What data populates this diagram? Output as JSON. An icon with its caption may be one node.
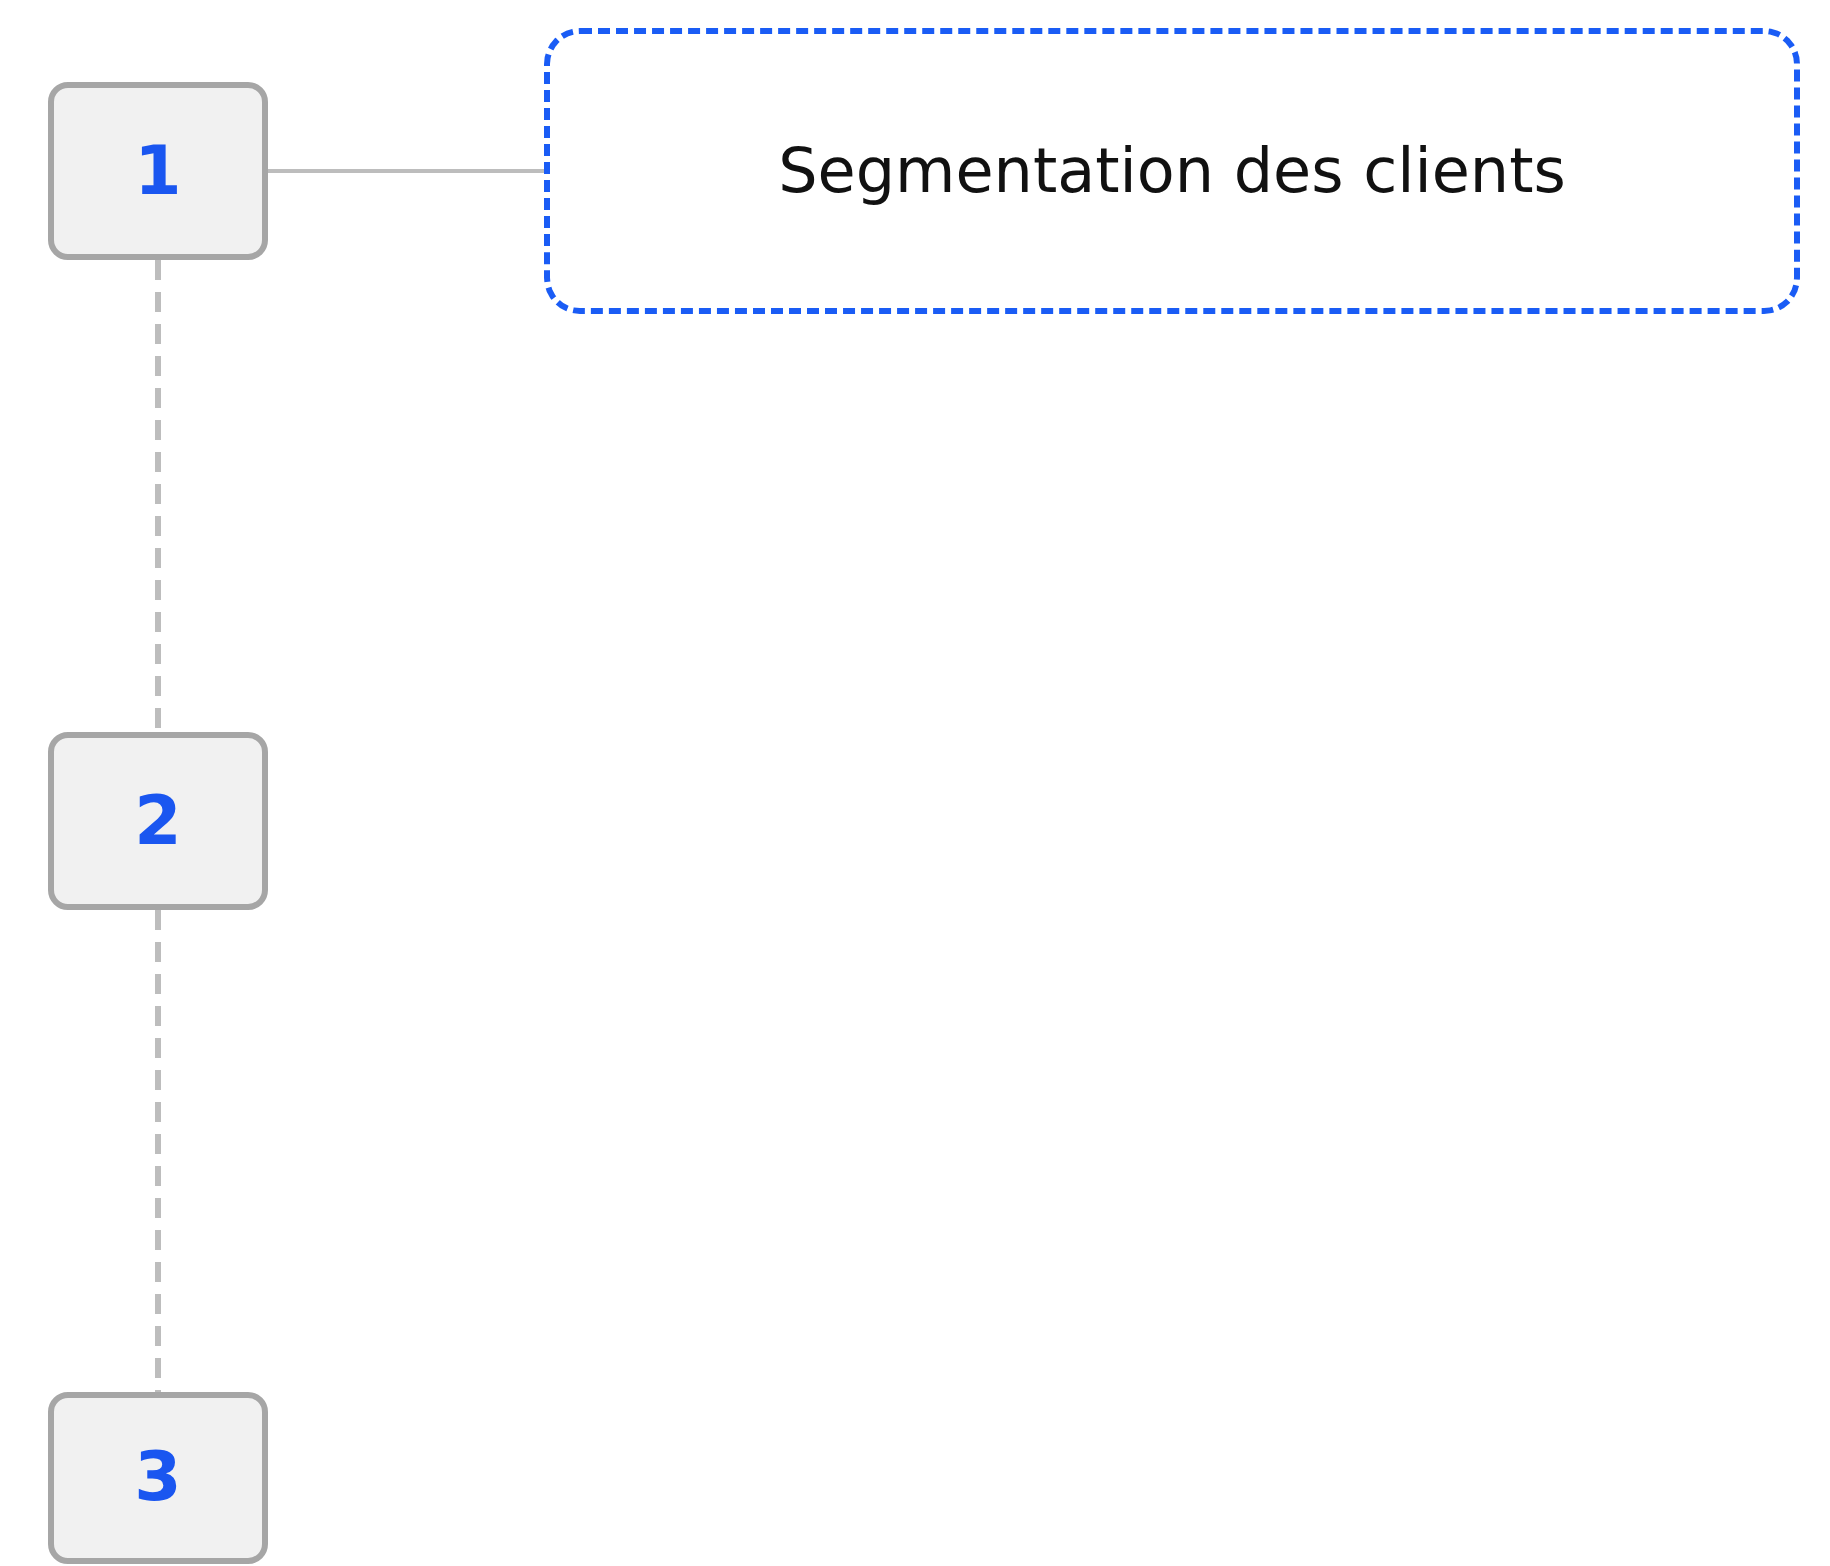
{
  "diagram": {
    "nodes": [
      {
        "text": [
          "1"
        ]
      },
      {
        "text": [
          "Segmentation des clients"
        ]
      },
      {
        "text": [
          "2"
        ]
      },
      {
        "text": [
          "3"
        ]
      }
    ],
    "edges": [
      {
        "from": 0,
        "to": 1,
        "arrow": "none"
      },
      {
        "from": 0,
        "to": 2,
        "arrow": "none",
        "style": "dashed"
      },
      {
        "from": 2,
        "to": 3,
        "arrow": "none",
        "style": "dashed"
      }
    ]
  }
}
